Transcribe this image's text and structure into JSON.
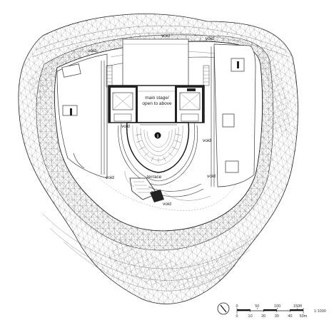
{
  "labels": {
    "void_top_left": "void",
    "void_top_center": "void",
    "void_top_right": "void",
    "void_left_mid": "void",
    "void_right_mid": "void",
    "void_left_low": "void",
    "void_right_low": "void",
    "void_bottom": "void",
    "stage_line1": "main stage/",
    "stage_line2": "open to above",
    "terrace": "terrace",
    "marker_number": "1"
  },
  "scale": {
    "meters": [
      "0",
      "10",
      "20",
      "30",
      "40",
      "50m"
    ],
    "feet": [
      "0",
      "50",
      "100",
      "150ft"
    ],
    "ratio": "1:1000"
  }
}
